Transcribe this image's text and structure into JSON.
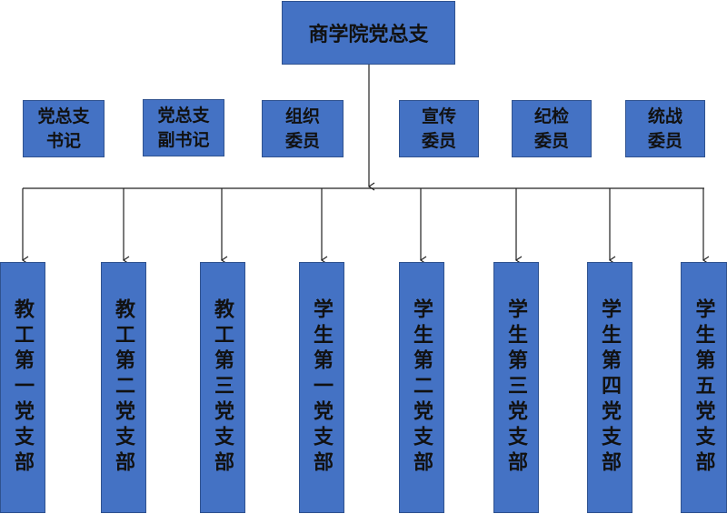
{
  "root": {
    "label": "商学院党总支"
  },
  "committee": [
    {
      "line1": "党总支",
      "line2": "书记"
    },
    {
      "line1": "党总支",
      "line2": "副书记"
    },
    {
      "line1": "组织",
      "line2": "委员"
    },
    {
      "line1": "宣传",
      "line2": "委员"
    },
    {
      "line1": "纪检",
      "line2": "委员"
    },
    {
      "line1": "统战",
      "line2": "委员"
    }
  ],
  "branches": [
    {
      "label": "教工第一党支部"
    },
    {
      "label": "教工第二党支部"
    },
    {
      "label": "教工第三党支部"
    },
    {
      "label": "学生第一党支部"
    },
    {
      "label": "学生第二党支部"
    },
    {
      "label": "学生第三党支部"
    },
    {
      "label": "学生第四党支部"
    },
    {
      "label": "学生第五党支部"
    }
  ],
  "colors": {
    "box_fill": "#4472C4",
    "box_border": "#2F528F",
    "line": "#222222"
  }
}
